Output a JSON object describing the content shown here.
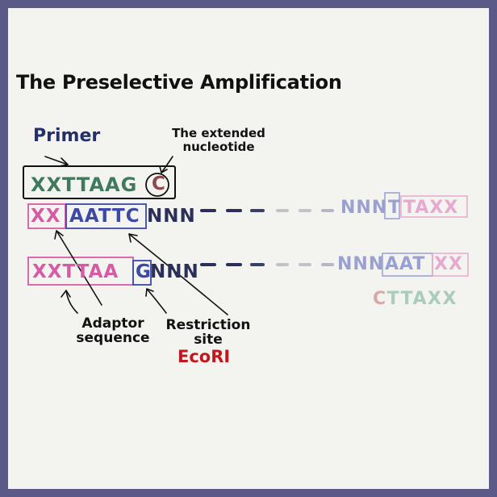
{
  "title": "The Preselective Amplification",
  "labels": {
    "primer": "Primer",
    "extended_nucleotide": "The extended nucleotide",
    "adaptor_sequence": "Adaptor sequence",
    "restriction_site": "Restriction site",
    "enzyme": "EcoRI"
  },
  "sequences": {
    "primer": {
      "main": "XXTTAAG",
      "extended": "C"
    },
    "strand_top": {
      "adaptor": "XX",
      "site": "AATTC",
      "tail": "NNN",
      "right_n": "NNN",
      "right_site": "T",
      "right_end": "TAXX"
    },
    "strand_bottom": {
      "adaptor": "XXTTAA",
      "site": "G",
      "tail": "NNN",
      "right_n": "NNN",
      "right_site": "AAT",
      "right_end": "XX"
    },
    "complement_end": "CTTAXX"
  },
  "colors": {
    "frame": "#5b5a86",
    "primer_green": "#3f7a5c",
    "adaptor_pink": "#d65aa6",
    "site_blue": "#3c4aa6",
    "n_dark": "#2b2f5a",
    "n_light": "#9aa0d0",
    "ecori_red": "#c0181e",
    "extended_brown": "#8a4a4a"
  }
}
